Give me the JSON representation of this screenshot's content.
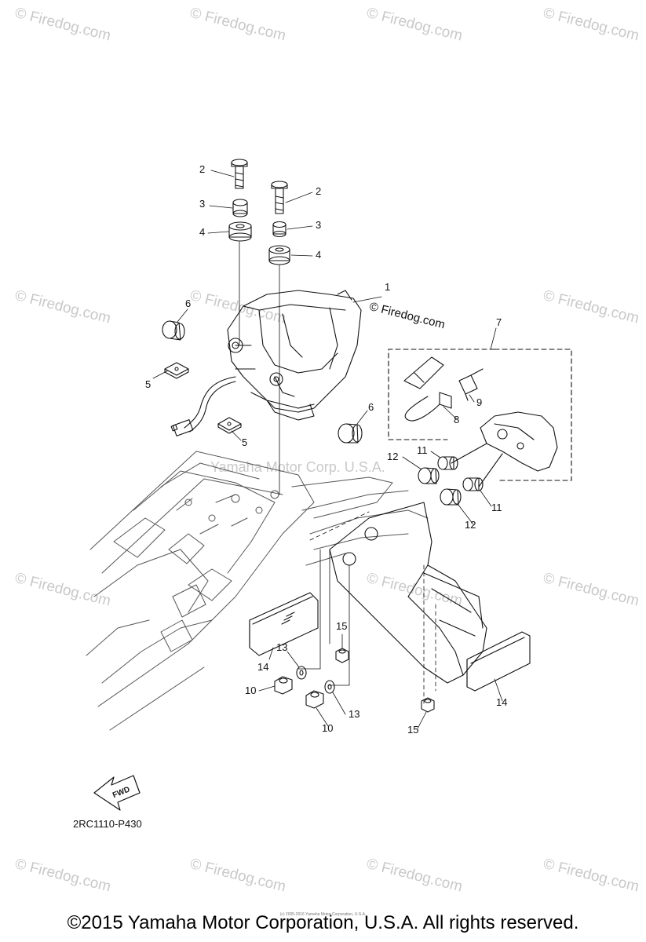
{
  "watermark": {
    "text": "Firedog.com",
    "prefix": "©"
  },
  "center_watermark": "Yamaha Motor Corp. U.S.A.",
  "part1_watermark": "© Firedog.com",
  "callouts": [
    {
      "id": "c2a",
      "text": "2"
    },
    {
      "id": "c3a",
      "text": "3"
    },
    {
      "id": "c4a",
      "text": "4"
    },
    {
      "id": "c2b",
      "text": "2"
    },
    {
      "id": "c3b",
      "text": "3"
    },
    {
      "id": "c4b",
      "text": "4"
    },
    {
      "id": "c1",
      "text": "1"
    },
    {
      "id": "c6a",
      "text": "6"
    },
    {
      "id": "c5a",
      "text": "5"
    },
    {
      "id": "c5b",
      "text": "5"
    },
    {
      "id": "c6b",
      "text": "6"
    },
    {
      "id": "c7",
      "text": "7"
    },
    {
      "id": "c8",
      "text": "8"
    },
    {
      "id": "c9",
      "text": "9"
    },
    {
      "id": "c11a",
      "text": "11"
    },
    {
      "id": "c12a",
      "text": "12"
    },
    {
      "id": "c11b",
      "text": "11"
    },
    {
      "id": "c12b",
      "text": "12"
    },
    {
      "id": "c15a",
      "text": "15"
    },
    {
      "id": "c13a",
      "text": "13"
    },
    {
      "id": "c14a",
      "text": "14"
    },
    {
      "id": "c10a",
      "text": "10"
    },
    {
      "id": "c13b",
      "text": "13"
    },
    {
      "id": "c10b",
      "text": "10"
    },
    {
      "id": "c15b",
      "text": "15"
    },
    {
      "id": "c14b",
      "text": "14"
    }
  ],
  "fwd_label": "FWD",
  "diagram_code": "2RC1110-P430",
  "tiny_credit": "(c) 2005-2016 Yamaha Motor Corporation, U.S.A.",
  "copyright": "©2015 Yamaha Motor Corporation, U.S.A. All rights reserved."
}
